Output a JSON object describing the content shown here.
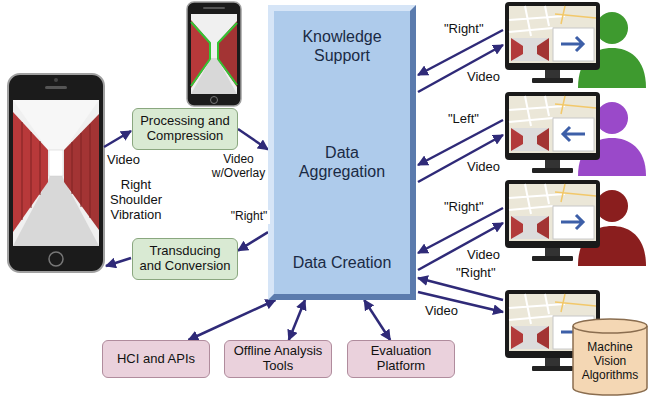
{
  "diagram": {
    "nodes": [
      {
        "text": [
          "Processing and Compression"
        ]
      },
      {
        "text": [
          "Transducing and Conversion"
        ]
      },
      {
        "text": [
          "Knowledge Support",
          "Data Aggregation",
          "Data Creation"
        ]
      },
      {
        "text": [
          "HCI and APIs"
        ]
      },
      {
        "text": [
          "Offline Analysis Tools"
        ]
      },
      {
        "text": [
          "Evaluation Platform"
        ]
      },
      {
        "text": [
          "Machine Vision Algorithms"
        ]
      }
    ],
    "edges": [
      {
        "from": 0,
        "to": 2,
        "arrow": "to",
        "label": "Video w/Overlay"
      },
      {
        "from": 2,
        "to": 1,
        "arrow": "to",
        "label": "\"Right\""
      },
      {
        "from": 3,
        "to": 2,
        "arrow": "both"
      },
      {
        "from": 4,
        "to": 2,
        "arrow": "both"
      },
      {
        "from": 5,
        "to": 2,
        "arrow": "both"
      }
    ],
    "labels": [
      "Video",
      "Right Shoulder Vibration",
      "\"Right\"",
      "Video",
      "\"Left\"",
      "Video",
      "\"Right\"",
      "Video",
      "\"Right\"",
      "Video"
    ]
  }
}
